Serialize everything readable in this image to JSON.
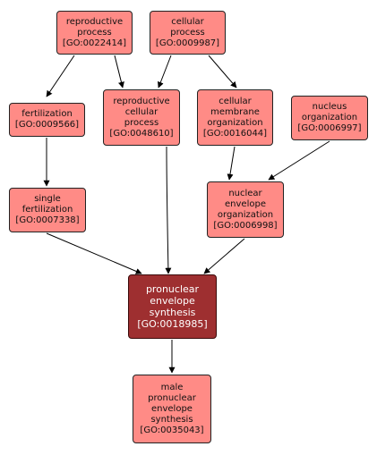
{
  "colors": {
    "node_fill": "#ff8b86",
    "focus_fill": "#9e2f30",
    "focus_text": "#ffffff",
    "edge": "#000000"
  },
  "nodes": {
    "reproductive_process": {
      "name": "reproductive\nprocess",
      "id": "[GO:0022414]"
    },
    "cellular_process": {
      "name": "cellular\nprocess",
      "id": "[GO:0009987]"
    },
    "fertilization": {
      "name": "fertilization",
      "id": "[GO:0009566]"
    },
    "reproductive_cellular_process": {
      "name": "reproductive\ncellular\nprocess",
      "id": "[GO:0048610]"
    },
    "cellular_membrane_organization": {
      "name": "cellular\nmembrane\norganization",
      "id": "[GO:0016044]"
    },
    "nucleus_organization": {
      "name": "nucleus\norganization",
      "id": "[GO:0006997]"
    },
    "single_fertilization": {
      "name": "single\nfertilization",
      "id": "[GO:0007338]"
    },
    "nuclear_envelope_organization": {
      "name": "nuclear\nenvelope\norganization",
      "id": "[GO:0006998]"
    },
    "pronuclear_envelope_synthesis": {
      "name": "pronuclear\nenvelope\nsynthesis",
      "id": "[GO:0018985]"
    },
    "male_pronuclear_envelope_synthesis": {
      "name": "male\npronuclear\nenvelope\nsynthesis",
      "id": "[GO:0035043]"
    }
  },
  "edges": [
    {
      "from": "reproductive_process",
      "to": "fertilization"
    },
    {
      "from": "reproductive_process",
      "to": "reproductive_cellular_process"
    },
    {
      "from": "cellular_process",
      "to": "reproductive_cellular_process"
    },
    {
      "from": "cellular_process",
      "to": "cellular_membrane_organization"
    },
    {
      "from": "fertilization",
      "to": "single_fertilization"
    },
    {
      "from": "single_fertilization",
      "to": "pronuclear_envelope_synthesis"
    },
    {
      "from": "reproductive_cellular_process",
      "to": "pronuclear_envelope_synthesis"
    },
    {
      "from": "cellular_membrane_organization",
      "to": "nuclear_envelope_organization"
    },
    {
      "from": "nucleus_organization",
      "to": "nuclear_envelope_organization"
    },
    {
      "from": "nuclear_envelope_organization",
      "to": "pronuclear_envelope_synthesis"
    },
    {
      "from": "pronuclear_envelope_synthesis",
      "to": "male_pronuclear_envelope_synthesis"
    }
  ]
}
